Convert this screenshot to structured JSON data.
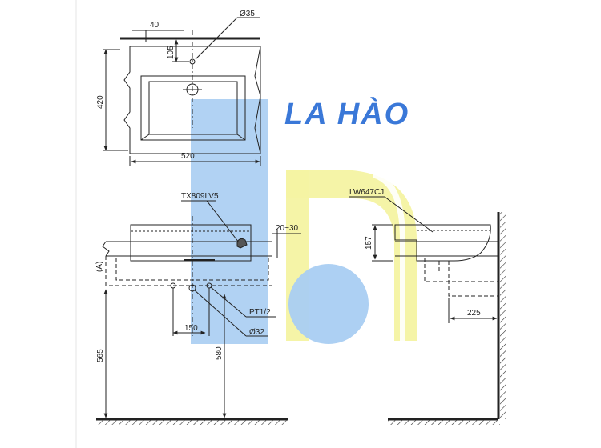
{
  "watermark": {
    "brand": "LA HÀO",
    "colors": {
      "blue": "#a9cdf2",
      "yellow": "#f4f3a2",
      "text": "#3a78d8"
    }
  },
  "top_view": {
    "dim_width": "520",
    "dim_depth": "420",
    "dim_tap_offset": "40",
    "dim_tap_depth": "105",
    "dim_hole": "Ø35"
  },
  "front_view": {
    "faucet_model": "TX809LV5",
    "dim_counter": "20~30",
    "ref_a": "(A)",
    "dim_drain_offset": "150",
    "dim_drain_height": "580",
    "dim_mount_height": "565",
    "pipe_thread": "PT1/2",
    "drain_dia": "Ø32"
  },
  "side_view": {
    "basin_model": "LW647CJ",
    "dim_height": "157",
    "dim_wall": "225"
  }
}
